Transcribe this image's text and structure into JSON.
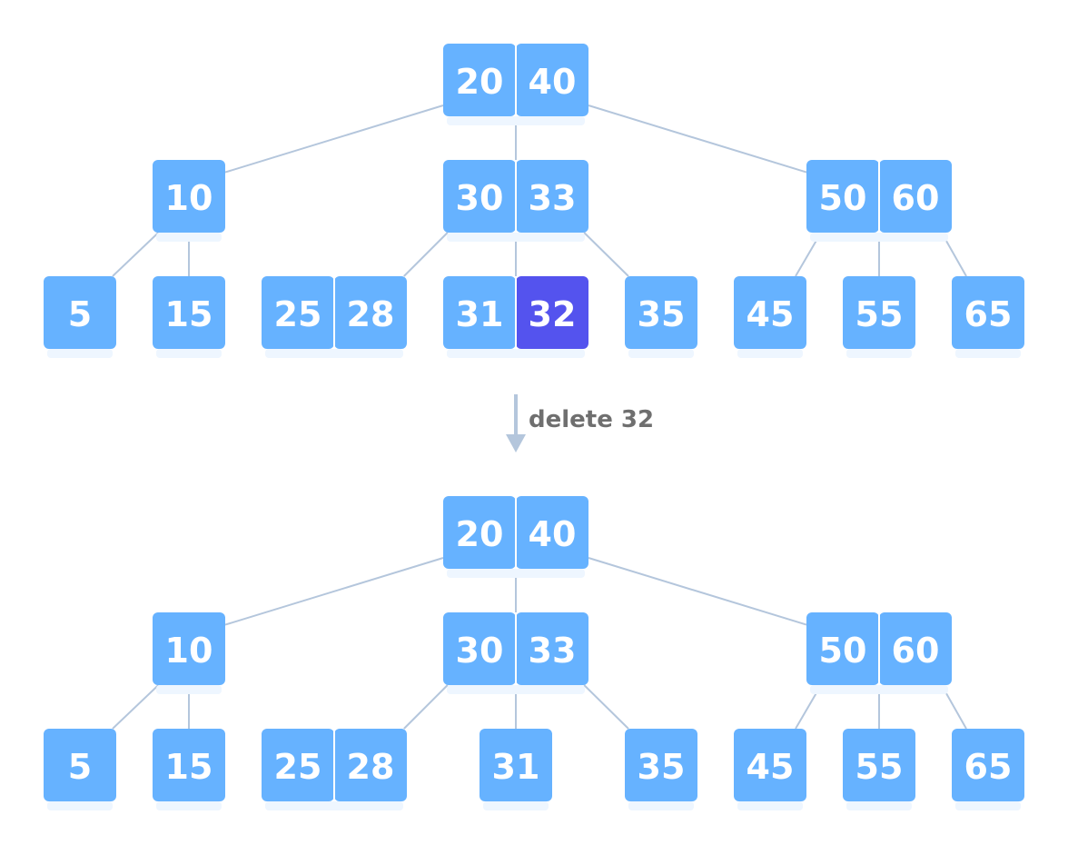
{
  "caption": "delete 32",
  "colors": {
    "node": "#66b2ff",
    "highlight": "#5453ee",
    "edge": "#b4c6dc"
  },
  "trees": [
    {
      "name": "before",
      "nodes": [
        {
          "id": "root",
          "keys": [
            "20",
            "40"
          ]
        },
        {
          "id": "n10",
          "keys": [
            "10"
          ]
        },
        {
          "id": "n3033",
          "keys": [
            "30",
            "33"
          ]
        },
        {
          "id": "n5060",
          "keys": [
            "50",
            "60"
          ]
        },
        {
          "id": "l5",
          "keys": [
            "5"
          ]
        },
        {
          "id": "l15",
          "keys": [
            "15"
          ]
        },
        {
          "id": "l2528",
          "keys": [
            "25",
            "28"
          ]
        },
        {
          "id": "l3132",
          "keys": [
            "31",
            "32"
          ],
          "highlight": [
            1
          ]
        },
        {
          "id": "l35",
          "keys": [
            "35"
          ]
        },
        {
          "id": "l45",
          "keys": [
            "45"
          ]
        },
        {
          "id": "l55",
          "keys": [
            "55"
          ]
        },
        {
          "id": "l65",
          "keys": [
            "65"
          ]
        }
      ]
    },
    {
      "name": "after",
      "nodes": [
        {
          "id": "root",
          "keys": [
            "20",
            "40"
          ]
        },
        {
          "id": "n10",
          "keys": [
            "10"
          ]
        },
        {
          "id": "n3033",
          "keys": [
            "30",
            "33"
          ]
        },
        {
          "id": "n5060",
          "keys": [
            "50",
            "60"
          ]
        },
        {
          "id": "l5",
          "keys": [
            "5"
          ]
        },
        {
          "id": "l15",
          "keys": [
            "15"
          ]
        },
        {
          "id": "l2528",
          "keys": [
            "25",
            "28"
          ]
        },
        {
          "id": "l31",
          "keys": [
            "31"
          ]
        },
        {
          "id": "l35",
          "keys": [
            "35"
          ]
        },
        {
          "id": "l45",
          "keys": [
            "45"
          ]
        },
        {
          "id": "l55",
          "keys": [
            "55"
          ]
        },
        {
          "id": "l65",
          "keys": [
            "65"
          ]
        }
      ]
    }
  ]
}
